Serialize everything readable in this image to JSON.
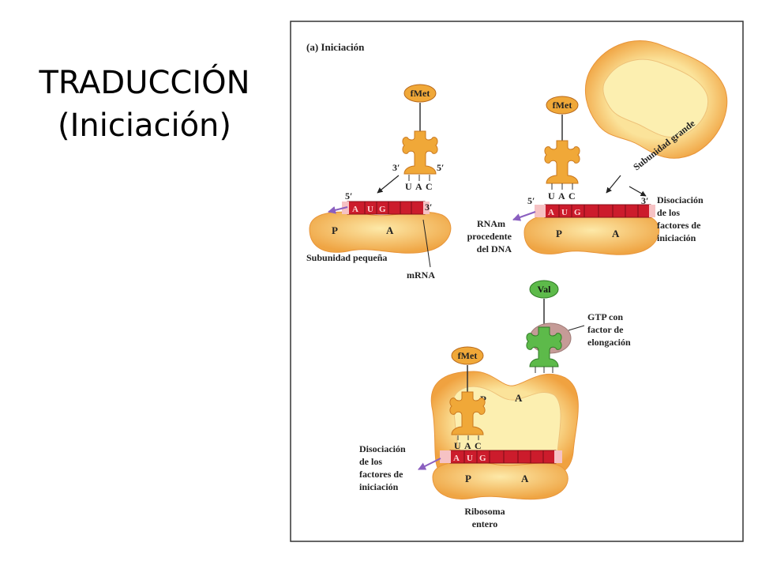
{
  "slide": {
    "title_line1": "TRADUCCIÓN",
    "title_line2": "(Iniciación)"
  },
  "diagram": {
    "panel_label": "(a) Iniciación",
    "colors": {
      "subunit_fill": "#f2b04f",
      "subunit_inner": "#fcefb0",
      "mrna_red": "#cc1c2c",
      "trna_fill": "#f0a838",
      "val_green": "#5dba4a",
      "ef_pink": "#c59b97",
      "release_arrow": "#8a5fc0",
      "panel_border": "#333333"
    },
    "step1": {
      "amino_acid": "fMet",
      "prime5": "5′",
      "prime3": "3′",
      "anticodon": [
        "U",
        "A",
        "C"
      ],
      "codon": [
        "A",
        "U",
        "G"
      ],
      "mrna_5": "5′",
      "mrna_3": "3′",
      "site_p": "P",
      "site_a": "A",
      "small_subunit_label": "Subunidad pequeña",
      "mrna_label": "mRNA"
    },
    "step2": {
      "amino_acid": "fMet",
      "anticodon": [
        "U",
        "A",
        "C"
      ],
      "codon": [
        "A",
        "U",
        "G"
      ],
      "mrna_5": "5′",
      "mrna_3": "3′",
      "site_p": "P",
      "site_a": "A",
      "large_subunit_label": "Subunidad grande",
      "rnam_label_1": "RNAm",
      "rnam_label_2": "procedente",
      "rnam_label_3": "del DNA",
      "release_label_1": "Disociación",
      "release_label_2": "de los",
      "release_label_3": "factores de",
      "release_label_4": "iniciación"
    },
    "step3": {
      "amino_acid": "fMet",
      "val_label": "Val",
      "gtp_label_1": "GTP con",
      "gtp_label_2": "factor de",
      "gtp_label_3": "elongación",
      "anticodon": [
        "U",
        "A",
        "C"
      ],
      "codon": [
        "A",
        "U",
        "G"
      ],
      "site_p_top": "P",
      "site_a_top": "A",
      "site_p": "P",
      "site_a": "A",
      "release_label_1": "Disociación",
      "release_label_2": "de los",
      "release_label_3": "factores de",
      "release_label_4": "iniciación",
      "ribosome_label_1": "Ribosoma",
      "ribosome_label_2": "entero"
    }
  }
}
